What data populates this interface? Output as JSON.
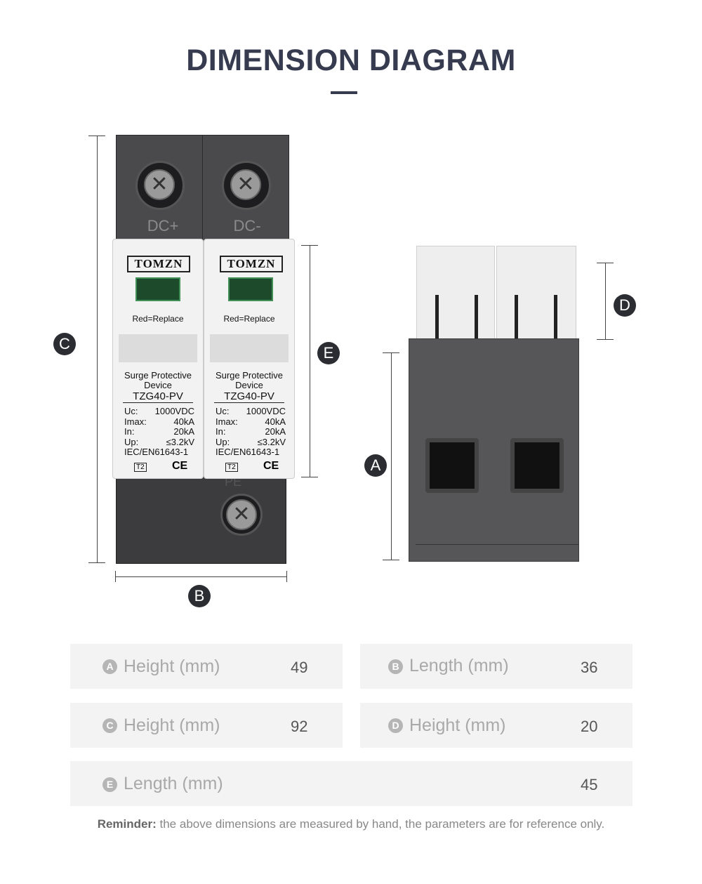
{
  "title": "DIMENSION DIAGRAM",
  "labels": {
    "A": "A",
    "B": "B",
    "C": "C",
    "D": "D",
    "E": "E"
  },
  "device": {
    "pole_left_label": "DC+",
    "pole_right_label": "DC-",
    "bottom_label": "PE",
    "brand": "TOMZN",
    "indicator": "Red=Replace",
    "name_line1": "Surge Protective",
    "name_line2": "Device",
    "model": "TZG40-PV",
    "specs": [
      {
        "k": "Uc:",
        "v": "1000VDC"
      },
      {
        "k": "Imax:",
        "v": "40kA"
      },
      {
        "k": "In:",
        "v": "20kA"
      },
      {
        "k": "Up:",
        "v": "≤3.2kV"
      }
    ],
    "standard": "IEC/EN61643-1",
    "type_mark": "T2",
    "ce_mark": "CE"
  },
  "dimensions": [
    {
      "letter": "A",
      "label": "Height (mm)",
      "value": "49"
    },
    {
      "letter": "B",
      "label": "Length (mm)",
      "value": "36"
    },
    {
      "letter": "C",
      "label": "Height (mm)",
      "value": "92"
    },
    {
      "letter": "D",
      "label": "Height (mm)",
      "value": "20"
    },
    {
      "letter": "E",
      "label": "Length (mm)",
      "value": "45"
    }
  ],
  "reminder": {
    "bold": "Reminder:",
    "text": " the above dimensions are measured by hand, the parameters are for reference only."
  },
  "colors": {
    "title": "#363b4f",
    "badge": "#2b2d33",
    "cell_bg": "#f3f3f3"
  }
}
